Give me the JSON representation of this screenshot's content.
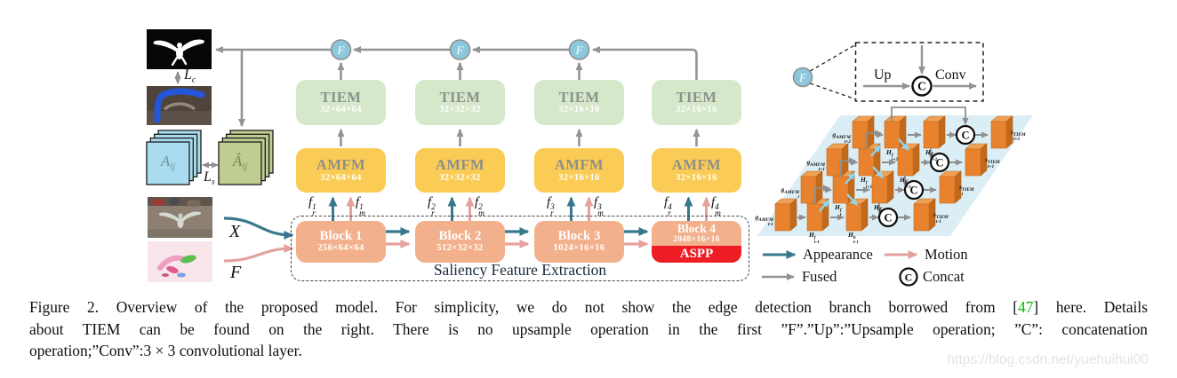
{
  "figure": {
    "caption": {
      "line1_pre": "Figure 2. Overview of the proposed model. For simplicity, we do not show the edge detection branch borrowed from [",
      "line1_ref": "47",
      "line1_post": "] here. Details",
      "line2": "about TIEM can be found on the right. There is no upsample operation in the first ”F”.”Up”:”Upsample operation; ”C”: concatenation",
      "line3": "operation;”Conv”:3 × 3 convolutional layer."
    },
    "watermark": "https://blog.csdn.net/yuehuihui00"
  },
  "left_panel": {
    "lc": {
      "base": "L",
      "sub": "c"
    },
    "ls": {
      "base": "L",
      "sub": "s"
    },
    "aij": {
      "base": "A",
      "sub": "ij"
    },
    "aij_hat": {
      "base": "Â",
      "sub": "ij"
    },
    "x_input": "X",
    "f_input": "F"
  },
  "pipeline": {
    "fuse_symbol": "F",
    "saliency_label": "Saliency Feature Extraction",
    "aspp_label": "ASPP",
    "amfm_label": "AMFM",
    "tiem_label": "TIEM",
    "columns": [
      {
        "block_label": "Block 1",
        "block_dims": "256×64×64",
        "amfm_dims": "32×64×64",
        "tiem_dims": "32×64×64",
        "fr": {
          "base": "f",
          "sup": "1",
          "sub": "r"
        },
        "fm": {
          "base": "f",
          "sup": "1",
          "sub": "m"
        }
      },
      {
        "block_label": "Block 2",
        "block_dims": "512×32×32",
        "amfm_dims": "32×32×32",
        "tiem_dims": "32×32×32",
        "fr": {
          "base": "f",
          "sup": "2",
          "sub": "r"
        },
        "fm": {
          "base": "f",
          "sup": "2",
          "sub": "m"
        }
      },
      {
        "block_label": "Block 3",
        "block_dims": "1024×16×16",
        "amfm_dims": "32×16×16",
        "tiem_dims": "32×16×16",
        "fr": {
          "base": "f",
          "sup": "3",
          "sub": "r"
        },
        "fm": {
          "base": "f",
          "sup": "3",
          "sub": "m"
        }
      },
      {
        "block_label": "Block 4",
        "block_dims": "2048×16×16",
        "amfm_dims": "32×16×16",
        "tiem_dims": "32×16×16",
        "fr": {
          "base": "f",
          "sup": "4",
          "sub": "r"
        },
        "fm": {
          "base": "f",
          "sup": "4",
          "sub": "m"
        }
      }
    ]
  },
  "tiem_detail": {
    "f_symbol": "F",
    "up_label": "Up",
    "conv_label": "Conv",
    "concat_symbol": "C",
    "rows": [
      {
        "g": {
          "base": "g",
          "sup": "AMFM",
          "sub": "t-1"
        },
        "hf": {
          "base": "H",
          "sup": "f",
          "sub": "t-1"
        },
        "hb": {
          "base": "H",
          "sup": "b",
          "sub": "t-1"
        },
        "s": {
          "base": "s",
          "sup": "TIEM",
          "sub": "t-1"
        }
      },
      {
        "g": {
          "base": "g",
          "sup": "AMFM",
          "sub": "t"
        },
        "hf": {
          "base": "H",
          "sup": "f",
          "sub": "t"
        },
        "hb": {
          "base": "H",
          "sup": "b",
          "sub": "t"
        },
        "s": {
          "base": "s",
          "sup": "TIEM",
          "sub": "t"
        }
      },
      {
        "g": {
          "base": "g",
          "sup": "AMFM",
          "sub": "t+1"
        },
        "hf": {
          "base": "H",
          "sup": "f",
          "sub": "t+1"
        },
        "hb": {
          "base": "H",
          "sup": "b",
          "sub": "t+1"
        },
        "s": {
          "base": "s",
          "sup": "TIEM",
          "sub": "t+1"
        }
      },
      {
        "g": {
          "base": "g",
          "sup": "AMFM",
          "sub": "t+2"
        },
        "hf": {
          "base": "H",
          "sup": "f",
          "sub": "t+2"
        },
        "hb": {
          "base": "H",
          "sup": "b",
          "sub": "t+2"
        },
        "s": {
          "base": "s",
          "sup": "TIEM",
          "sub": "t+2"
        }
      }
    ]
  },
  "legend": {
    "appearance": "Appearance",
    "motion": "Motion",
    "fused": "Fused",
    "concat": "Concat",
    "concat_symbol": "C"
  },
  "colors": {
    "appearance": "#39798E",
    "motion": "#E3A29E",
    "fused": "#949494",
    "block": "#F2B08C",
    "amfm": "#FACC55",
    "tiem": "#D5E8CA",
    "aspp": "#EE1D24",
    "fuse_circle": "#8CC8DC",
    "ref_green": "#00BB00"
  }
}
